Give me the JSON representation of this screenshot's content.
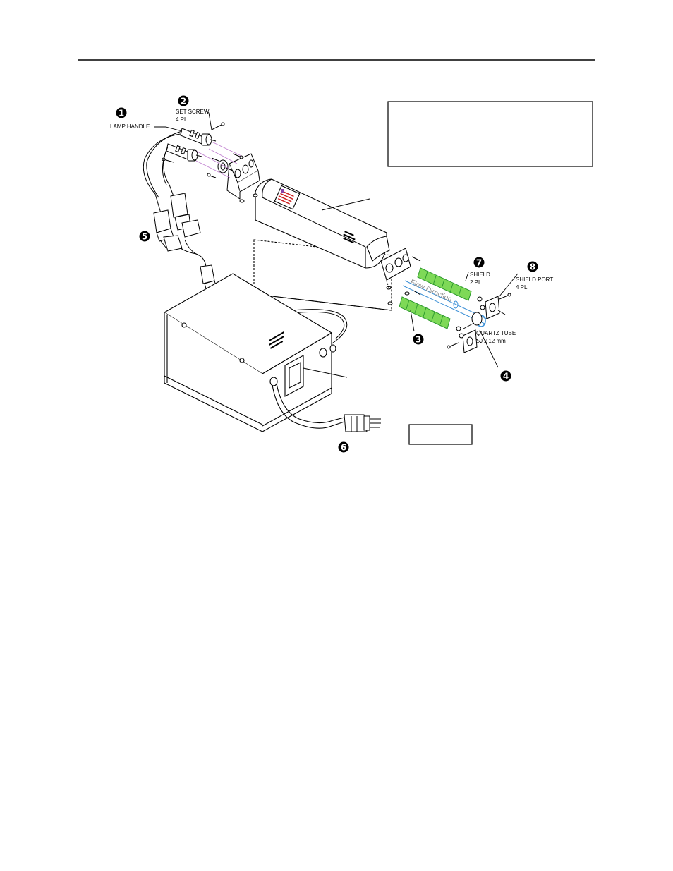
{
  "callouts": [
    {
      "id": "1",
      "number": "1",
      "label": "LAMP HANDLE",
      "sub": ""
    },
    {
      "id": "2",
      "number": "2",
      "label": "SET SCREW",
      "sub": "4 PL"
    },
    {
      "id": "3",
      "number": "3",
      "label": "",
      "sub": ""
    },
    {
      "id": "4",
      "number": "4",
      "label": "QUARTZ TUBE",
      "sub": "10 x 12 mm"
    },
    {
      "id": "5",
      "number": "5",
      "label": "",
      "sub": ""
    },
    {
      "id": "6",
      "number": "6",
      "label": "",
      "sub": ""
    },
    {
      "id": "7",
      "number": "7",
      "label": "SHIELD",
      "sub": "2 PL"
    },
    {
      "id": "8",
      "number": "8",
      "label": "SHIELD PORT",
      "sub": "4 PL"
    }
  ],
  "flow_label": "Flow Direction",
  "colors": {
    "line": "#000000",
    "shield": "#7ed957",
    "shield_dark": "#2f9a2f",
    "quartz": "#3a8fd6",
    "guide": "#c080d0",
    "warning_label": "#cc2222"
  }
}
